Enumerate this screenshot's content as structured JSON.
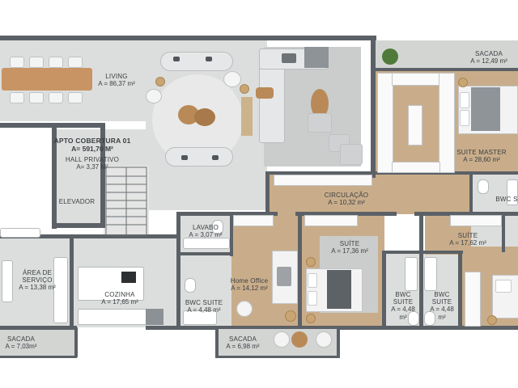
{
  "colors": {
    "wall": "#5b6166",
    "floor_tile": "#dcdedd",
    "floor_wood": "#c9ad8b",
    "terrace": "#d3d5d3",
    "rug": "#cbcdcc",
    "text": "#3b3f42"
  },
  "apartment": {
    "name": "APTO COBERTURA 01",
    "total_area": "A= 591,70 M²"
  },
  "rooms": {
    "living": {
      "name": "LIVING",
      "area": "A = 86,37 m²"
    },
    "hall": {
      "name": "HALL PRIVATIVO",
      "area": "A= 3,37 M²"
    },
    "elevador": {
      "name": "ELEVADOR"
    },
    "sacada_top": {
      "name": "SACADA",
      "area": "A = 12,49 m²"
    },
    "suite_master": {
      "name": "SUITE MASTER",
      "area": "A = 28,60 m²"
    },
    "bwc_s_right": {
      "name": "BWC S"
    },
    "circulacao": {
      "name": "CIRCULAÇÃO",
      "area": "A = 10,32 m²"
    },
    "lavabo": {
      "name": "LAVABO",
      "area": "A = 3,07 m²"
    },
    "suite_mid": {
      "name": "SUÍTE",
      "area": "A = 17,36 m²"
    },
    "suite_right": {
      "name": "SUÍTE",
      "area": "A = 17,62 m²"
    },
    "area_servico": {
      "name": "ÁREA DE SERVIÇO",
      "area": "A = 13,38 m²"
    },
    "cozinha": {
      "name": "COZINHA",
      "area": "A = 17,65 m²"
    },
    "bwc_suite_left": {
      "name": "BWC SUITE",
      "area": "A = 4,48 m²"
    },
    "home_office": {
      "name": "Home Office",
      "area": "A = 14,12 m²"
    },
    "bwc_suite_a": {
      "name": "BWC SUITE",
      "area": "A = 4,48 m²"
    },
    "bwc_suite_b": {
      "name": "BWC SUITE",
      "area": "A = 4,48 m²"
    },
    "sacada_bl": {
      "name": "SACADA",
      "area": "A = 7,03m²"
    },
    "sacada_bm": {
      "name": "SACADA",
      "area": "A = 6,98 m²"
    }
  }
}
